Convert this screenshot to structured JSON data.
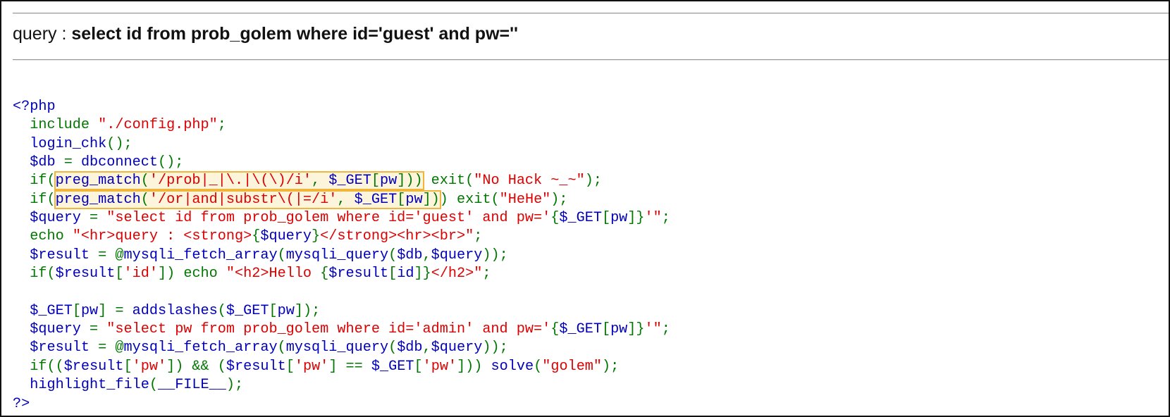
{
  "query_display": {
    "label": "query : ",
    "value": "select id from prob_golem where id='guest' and pw=''"
  },
  "code_lines": [
    [
      [
        "d",
        "<?php"
      ]
    ],
    [
      [
        "k",
        "  include "
      ],
      [
        "s",
        "\"./config.php\""
      ],
      [
        "k",
        ";"
      ]
    ],
    [
      [
        "k",
        "  "
      ],
      [
        "d",
        "login_chk"
      ],
      [
        "k",
        "();"
      ]
    ],
    [
      [
        "k",
        "  "
      ],
      [
        "d",
        "$db "
      ],
      [
        "k",
        "= "
      ],
      [
        "d",
        "dbconnect"
      ],
      [
        "k",
        "();"
      ]
    ],
    [
      [
        "k",
        "  if("
      ],
      [
        "d",
        "preg_match",
        true
      ],
      [
        "k",
        "(",
        true
      ],
      [
        "s",
        "'/prob|_|\\.|\\(\\)/i'",
        true
      ],
      [
        "k",
        ", ",
        true
      ],
      [
        "d",
        "$_GET",
        true
      ],
      [
        "k",
        "[",
        true
      ],
      [
        "d",
        "pw",
        true
      ],
      [
        "k",
        "]))",
        true
      ],
      [
        "k",
        " exit("
      ],
      [
        "s",
        "\"No Hack ~_~\""
      ],
      [
        "k",
        ");"
      ]
    ],
    [
      [
        "k",
        "  if("
      ],
      [
        "d",
        "preg_match",
        true
      ],
      [
        "k",
        "(",
        true
      ],
      [
        "s",
        "'/or|and|substr\\(|=/i'",
        true
      ],
      [
        "k",
        ", ",
        true
      ],
      [
        "d",
        "$_GET",
        true
      ],
      [
        "k",
        "[",
        true
      ],
      [
        "d",
        "pw",
        true
      ],
      [
        "k",
        "])",
        true
      ],
      [
        "k",
        ") exit("
      ],
      [
        "s",
        "\"HeHe\""
      ],
      [
        "k",
        ");"
      ]
    ],
    [
      [
        "k",
        "  "
      ],
      [
        "d",
        "$query "
      ],
      [
        "k",
        "= "
      ],
      [
        "s",
        "\"select id from prob_golem where id='guest' and pw='"
      ],
      [
        "k",
        "{"
      ],
      [
        "d",
        "$_GET"
      ],
      [
        "k",
        "["
      ],
      [
        "d",
        "pw"
      ],
      [
        "k",
        "]}"
      ],
      [
        "s",
        "'\""
      ],
      [
        "k",
        ";"
      ]
    ],
    [
      [
        "k",
        "  echo "
      ],
      [
        "s",
        "\"<hr>query : <strong>"
      ],
      [
        "k",
        "{"
      ],
      [
        "d",
        "$query"
      ],
      [
        "k",
        "}"
      ],
      [
        "s",
        "</strong><hr><br>\""
      ],
      [
        "k",
        ";"
      ]
    ],
    [
      [
        "k",
        "  "
      ],
      [
        "d",
        "$result "
      ],
      [
        "k",
        "= @"
      ],
      [
        "d",
        "mysqli_fetch_array"
      ],
      [
        "k",
        "("
      ],
      [
        "d",
        "mysqli_query"
      ],
      [
        "k",
        "("
      ],
      [
        "d",
        "$db"
      ],
      [
        "k",
        ","
      ],
      [
        "d",
        "$query"
      ],
      [
        "k",
        "));"
      ]
    ],
    [
      [
        "k",
        "  if("
      ],
      [
        "d",
        "$result"
      ],
      [
        "k",
        "["
      ],
      [
        "s",
        "'id'"
      ],
      [
        "k",
        "]) echo "
      ],
      [
        "s",
        "\"<h2>Hello "
      ],
      [
        "k",
        "{"
      ],
      [
        "d",
        "$result"
      ],
      [
        "k",
        "["
      ],
      [
        "d",
        "id"
      ],
      [
        "k",
        "]}"
      ],
      [
        "s",
        "</h2>\""
      ],
      [
        "k",
        ";"
      ]
    ],
    [
      [
        "k",
        ""
      ]
    ],
    [
      [
        "k",
        "  "
      ],
      [
        "d",
        "$_GET"
      ],
      [
        "k",
        "["
      ],
      [
        "d",
        "pw"
      ],
      [
        "k",
        "] = "
      ],
      [
        "d",
        "addslashes"
      ],
      [
        "k",
        "("
      ],
      [
        "d",
        "$_GET"
      ],
      [
        "k",
        "["
      ],
      [
        "d",
        "pw"
      ],
      [
        "k",
        "]);"
      ]
    ],
    [
      [
        "k",
        "  "
      ],
      [
        "d",
        "$query "
      ],
      [
        "k",
        "= "
      ],
      [
        "s",
        "\"select pw from prob_golem where id='admin' and pw='"
      ],
      [
        "k",
        "{"
      ],
      [
        "d",
        "$_GET"
      ],
      [
        "k",
        "["
      ],
      [
        "d",
        "pw"
      ],
      [
        "k",
        "]}"
      ],
      [
        "s",
        "'\""
      ],
      [
        "k",
        ";"
      ]
    ],
    [
      [
        "k",
        "  "
      ],
      [
        "d",
        "$result "
      ],
      [
        "k",
        "= @"
      ],
      [
        "d",
        "mysqli_fetch_array"
      ],
      [
        "k",
        "("
      ],
      [
        "d",
        "mysqli_query"
      ],
      [
        "k",
        "("
      ],
      [
        "d",
        "$db"
      ],
      [
        "k",
        ","
      ],
      [
        "d",
        "$query"
      ],
      [
        "k",
        "));"
      ]
    ],
    [
      [
        "k",
        "  if(("
      ],
      [
        "d",
        "$result"
      ],
      [
        "k",
        "["
      ],
      [
        "s",
        "'pw'"
      ],
      [
        "k",
        "]) && ("
      ],
      [
        "d",
        "$result"
      ],
      [
        "k",
        "["
      ],
      [
        "s",
        "'pw'"
      ],
      [
        "k",
        "] == "
      ],
      [
        "d",
        "$_GET"
      ],
      [
        "k",
        "["
      ],
      [
        "s",
        "'pw'"
      ],
      [
        "k",
        "])) "
      ],
      [
        "d",
        "solve"
      ],
      [
        "k",
        "("
      ],
      [
        "s",
        "\"golem\""
      ],
      [
        "k",
        ");"
      ]
    ],
    [
      [
        "k",
        "  "
      ],
      [
        "d",
        "highlight_file"
      ],
      [
        "k",
        "("
      ],
      [
        "d",
        "__FILE__"
      ],
      [
        "k",
        ");"
      ]
    ],
    [
      [
        "d",
        "?>"
      ]
    ]
  ],
  "colors": {
    "default": "#0000bb",
    "keyword": "#007700",
    "string": "#dd0000",
    "highlight_fill": "#fdf4dc",
    "highlight_border": "#f0b63c"
  }
}
